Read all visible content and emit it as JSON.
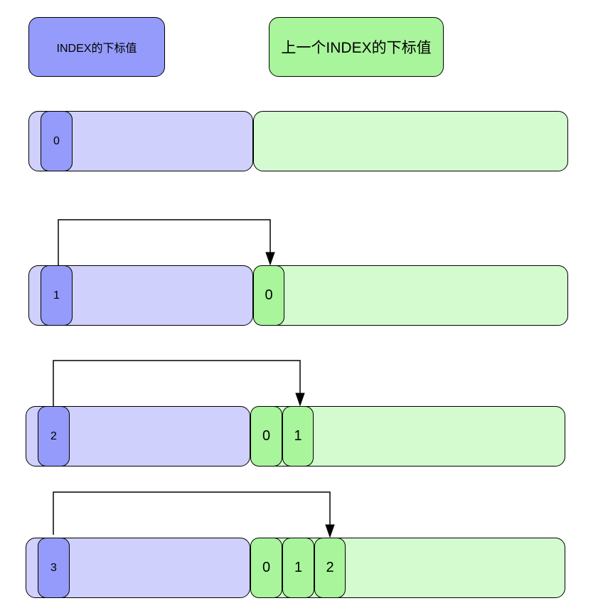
{
  "colors": {
    "blue_strong": "#949bfa",
    "blue_light": "#cfd0fb",
    "green_strong": "#a8f59b",
    "green_light": "#d4fbd0",
    "stroke": "#000000"
  },
  "legend": {
    "index_label": "INDEX的下标值",
    "prev_index_label": "上一个INDEX的下标值"
  },
  "rows": [
    {
      "index_value": "0",
      "prev_values": []
    },
    {
      "index_value": "1",
      "prev_values": [
        "0"
      ]
    },
    {
      "index_value": "2",
      "prev_values": [
        "0",
        "1"
      ]
    },
    {
      "index_value": "3",
      "prev_values": [
        "0",
        "1",
        "2"
      ]
    }
  ]
}
